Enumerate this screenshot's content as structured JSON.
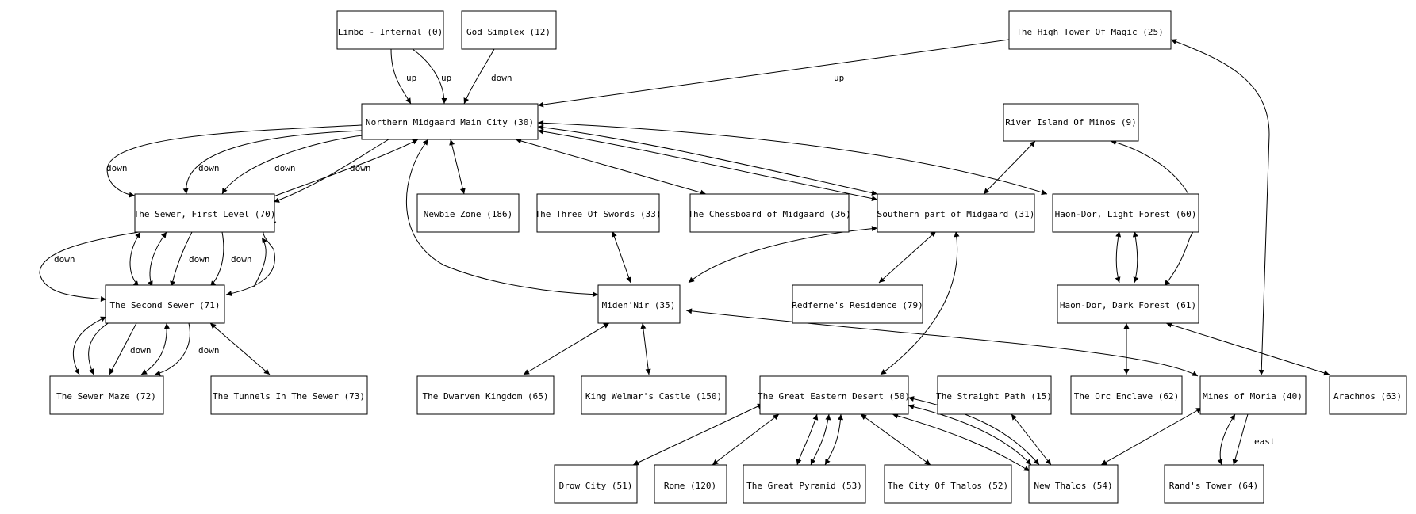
{
  "nodes": [
    {
      "id": "n0",
      "label": "Limbo - Internal (0)"
    },
    {
      "id": "n12",
      "label": "God Simplex (12)"
    },
    {
      "id": "n25",
      "label": "The High Tower Of Magic (25)"
    },
    {
      "id": "n30",
      "label": "Northern Midgaard Main City (30)"
    },
    {
      "id": "n9",
      "label": "River Island Of Minos (9)"
    },
    {
      "id": "n70",
      "label": "The Sewer, First Level (70)"
    },
    {
      "id": "n186",
      "label": "Newbie Zone (186)"
    },
    {
      "id": "n33",
      "label": "The Three Of Swords (33)"
    },
    {
      "id": "n36",
      "label": "The Chessboard of Midgaard (36)"
    },
    {
      "id": "n31",
      "label": "Southern part of Midgaard (31)"
    },
    {
      "id": "n60",
      "label": "Haon-Dor, Light Forest (60)"
    },
    {
      "id": "n71",
      "label": "The Second Sewer (71)"
    },
    {
      "id": "n35",
      "label": "Miden'Nir (35)"
    },
    {
      "id": "n79",
      "label": "Redferne's Residence (79)"
    },
    {
      "id": "n61",
      "label": "Haon-Dor, Dark Forest (61)"
    },
    {
      "id": "n72",
      "label": "The Sewer Maze (72)"
    },
    {
      "id": "n73",
      "label": "The Tunnels In The Sewer (73)"
    },
    {
      "id": "n65",
      "label": "The Dwarven Kingdom (65)"
    },
    {
      "id": "n150",
      "label": "King Welmar's Castle (150)"
    },
    {
      "id": "n50",
      "label": "The Great Eastern Desert (50)"
    },
    {
      "id": "n15",
      "label": "The Straight Path (15)"
    },
    {
      "id": "n62",
      "label": "The Orc Enclave (62)"
    },
    {
      "id": "n40",
      "label": "Mines of Moria (40)"
    },
    {
      "id": "n63",
      "label": "Arachnos (63)"
    },
    {
      "id": "n51",
      "label": "Drow City (51)"
    },
    {
      "id": "n120",
      "label": "Rome (120)"
    },
    {
      "id": "n53",
      "label": "The Great Pyramid (53)"
    },
    {
      "id": "n52",
      "label": "The City Of Thalos (52)"
    },
    {
      "id": "n54",
      "label": "New Thalos (54)"
    },
    {
      "id": "n64",
      "label": "Rand's Tower (64)"
    }
  ],
  "edge_labels": {
    "up": "up",
    "down": "down",
    "east": "east"
  }
}
